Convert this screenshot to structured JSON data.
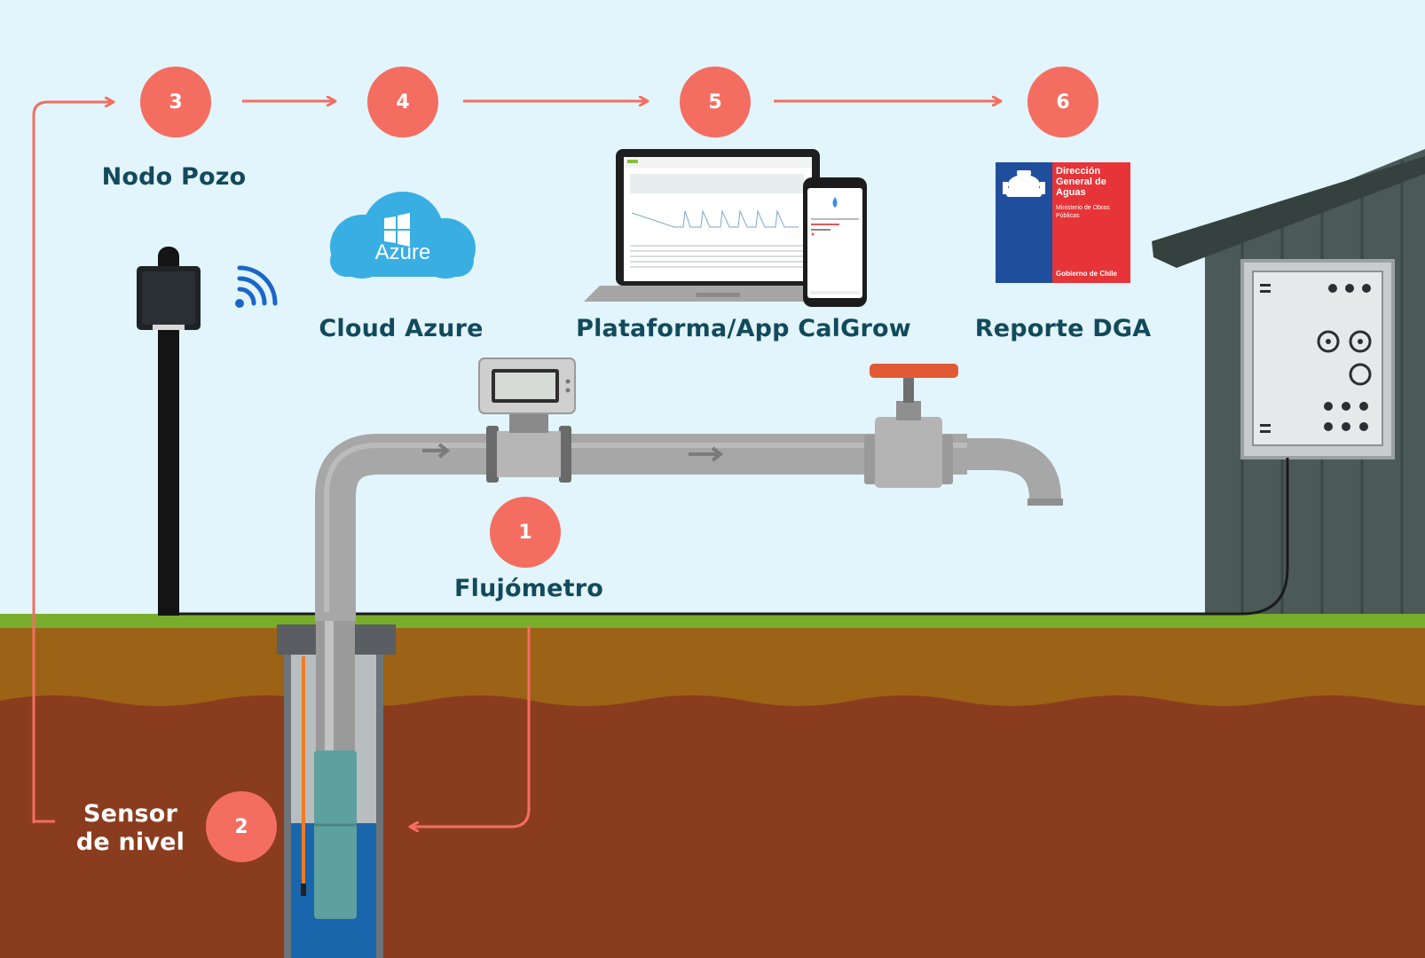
{
  "steps": [
    {
      "number": "1",
      "label": "Flujómetro"
    },
    {
      "number": "2",
      "label": "Sensor de nivel"
    },
    {
      "number": "3",
      "label": "Nodo Pozo"
    },
    {
      "number": "4",
      "label": "Cloud Azure"
    },
    {
      "number": "5",
      "label": "Plataforma/App CalGrow"
    },
    {
      "number": "6",
      "label": "Reporte DGA"
    }
  ],
  "azure_logo_text": "Azure",
  "dga_logo": {
    "title_lines": [
      "Dirección",
      "General de",
      "Aguas"
    ],
    "ministry": "Ministerio de Obras Públicas",
    "government": "Gobierno de Chile"
  },
  "colors": {
    "sky": "#e2f5fc",
    "accent_coral": "#f36e61",
    "label_navy": "#124a5c",
    "grass": "#78ad2c",
    "topsoil": "#9c6215",
    "subsoil": "#8a3d1e",
    "water": "#1a66ad",
    "pipe": "#a7a7a7",
    "shed": "#4b5a56",
    "dga_blue": "#1f4e9c",
    "dga_red": "#e63438",
    "valve_handle": "#e25a35",
    "azure_blue": "#39aee3"
  },
  "icons": [
    "wifi-signal-icon",
    "azure-cloud-icon",
    "flow-arrow-icon",
    "windows-logo-icon"
  ]
}
